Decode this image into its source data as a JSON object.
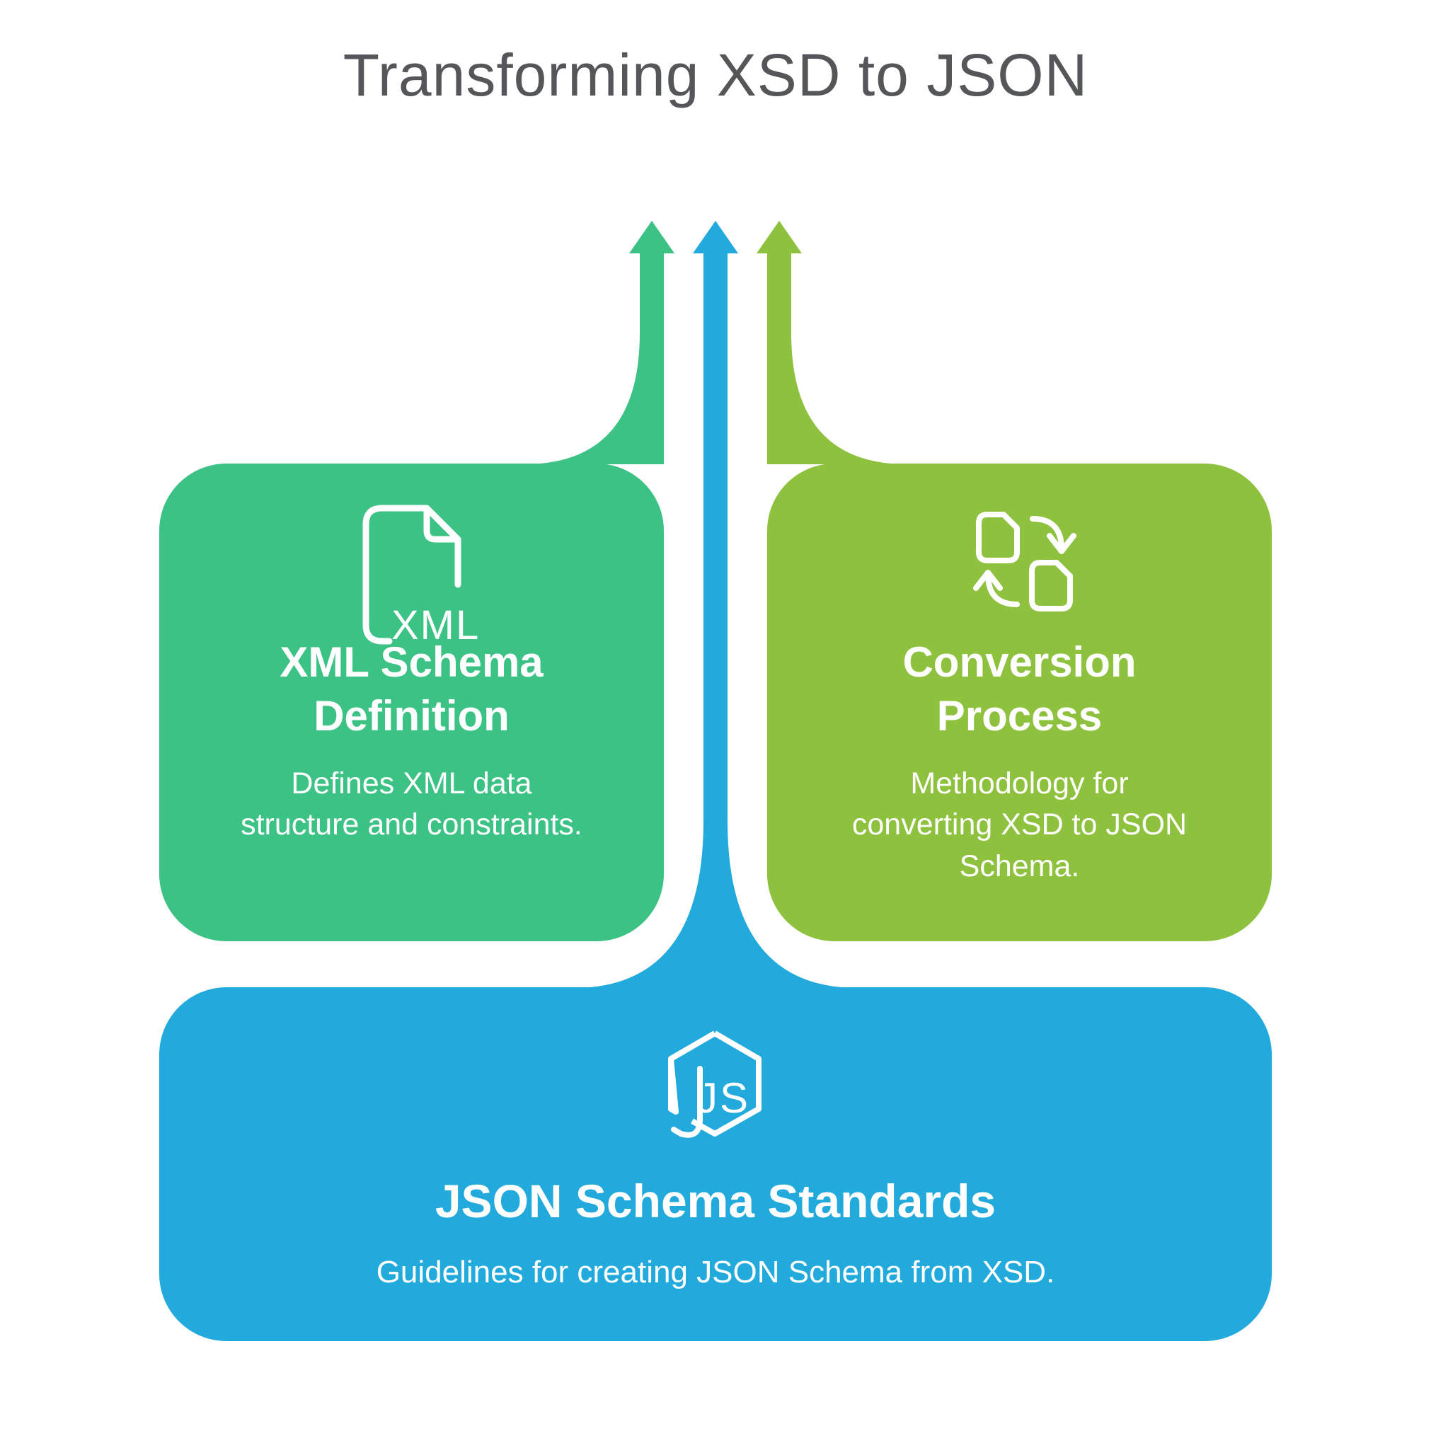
{
  "title": "Transforming XSD to JSON",
  "colors": {
    "green": "#3cc284",
    "lime": "#8ec13e",
    "blue": "#22aadd",
    "title-gray": "#55565a"
  },
  "cards": {
    "xml": {
      "heading": "XML Schema\nDefinition",
      "body": "Defines XML data\nstructure and constraints.",
      "icon": "xml-file-icon",
      "icon_label": "XML"
    },
    "conversion": {
      "heading": "Conversion\nProcess",
      "body": "Methodology for\nconverting XSD to JSON\nSchema.",
      "icon": "conversion-icon"
    },
    "json": {
      "heading": "JSON Schema Standards",
      "body": "Guidelines for creating JSON Schema from XSD.",
      "icon": "js-hexagon-icon",
      "icon_label": "JS"
    }
  }
}
